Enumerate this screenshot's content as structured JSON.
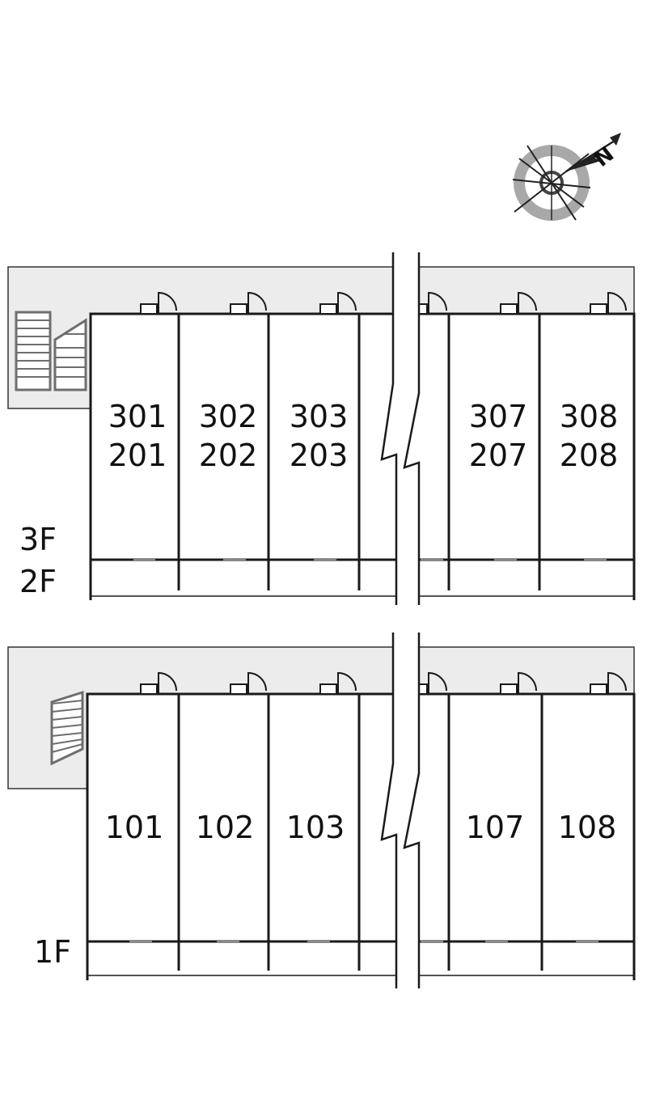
{
  "compass": {
    "north_label": "N"
  },
  "upper_block": {
    "floor_labels": [
      "3F",
      "2F"
    ],
    "units": [
      {
        "top": "301",
        "bottom": "201"
      },
      {
        "top": "302",
        "bottom": "202"
      },
      {
        "top": "303",
        "bottom": "203"
      },
      {
        "top": "307",
        "bottom": "207"
      },
      {
        "top": "308",
        "bottom": "208"
      }
    ]
  },
  "lower_block": {
    "floor_labels": [
      "1F"
    ],
    "units": [
      {
        "top": "101"
      },
      {
        "top": "102"
      },
      {
        "top": "103"
      },
      {
        "top": "107"
      },
      {
        "top": "108"
      }
    ]
  },
  "colors": {
    "corridor": "#ececec",
    "line": "#1a1a1a",
    "stair": "#6e6e6e",
    "compass_ring": "#a8a8a8"
  }
}
